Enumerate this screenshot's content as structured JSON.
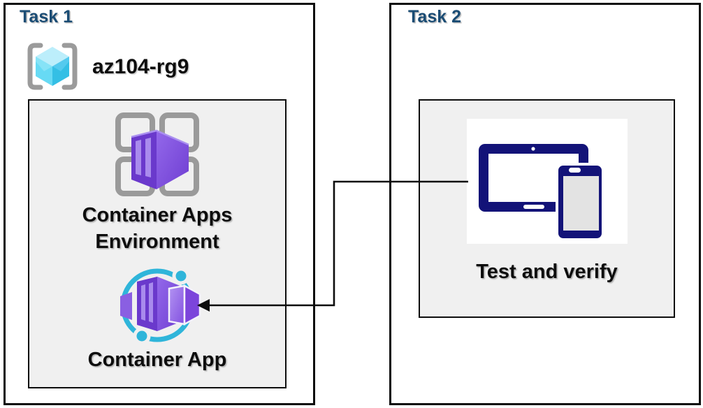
{
  "task1": {
    "title": "Task 1",
    "resource_group": {
      "icon": "resource-group-icon",
      "name": "az104-rg9"
    },
    "environment": {
      "icon": "container-apps-environment-icon",
      "label_line1": "Container Apps",
      "label_line2": "Environment"
    },
    "app": {
      "icon": "container-app-icon",
      "label": "Container App"
    }
  },
  "task2": {
    "title": "Task 2",
    "test": {
      "icon": "devices-icon",
      "label": "Test and verify"
    }
  },
  "connector": {
    "type": "elbow-arrow",
    "from": "test-and-verify-icon",
    "to": "container-app-icon"
  },
  "colors": {
    "title_navy": "#1a4c74",
    "label_black": "#0d0d0d",
    "inner_box_fill": "#f0f0f0",
    "border_black": "#0d0d0d",
    "azure_purple": "#7a4bdb",
    "azure_purple_dark": "#6a39cc",
    "azure_purple_light": "#a98bed",
    "azure_cyan": "#2fb5da",
    "resource_cube_cyan": "#4fd0ef",
    "bracket_gray": "#9b9b9b",
    "device_navy": "#131378"
  }
}
